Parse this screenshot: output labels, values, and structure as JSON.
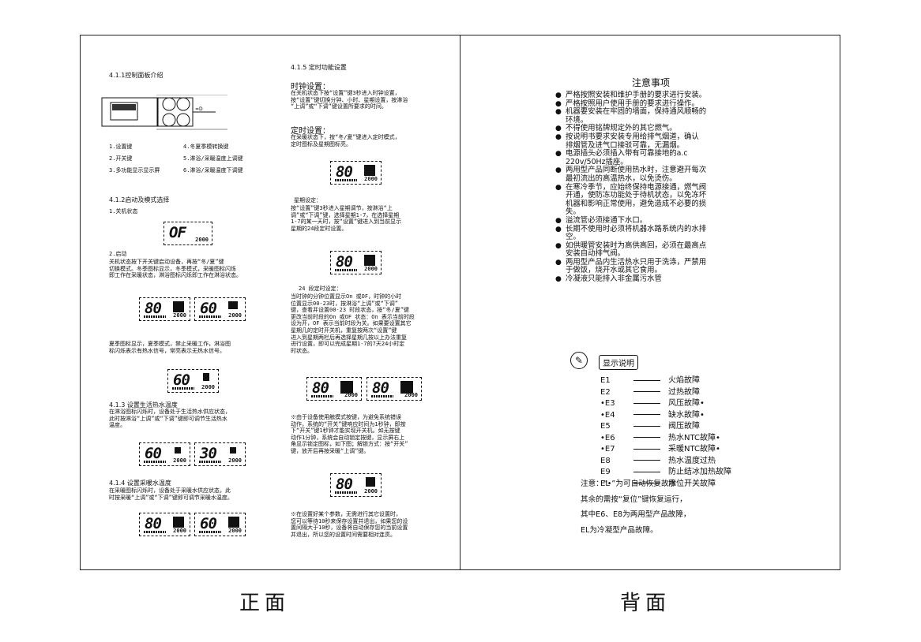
{
  "front": {
    "s411": "4.1.1控制面板介绍",
    "legend": [
      "1.设置键",
      "4.冬夏季模转换键",
      "2.开关键",
      "5.淋浴/采暖温度上调键",
      "3.多功能显示显示屏",
      "6.淋浴/采暖温度下调键"
    ],
    "s412": "4.1.2启动及模式选择",
    "off_state": "1.关机状态",
    "lcd_off": "OF",
    "lcd_year": "2000",
    "start": "2.启动",
    "start_text": "关机状态按下开关键启动设备，再按“冬/夏”键\n切换模式。冬季图标显示，冬季模式，采暖图标闪烁\n即工作在采暖状态，淋浴图标闪烁即工作在淋浴状态。",
    "lcd_80": "80",
    "lcd_60": "60",
    "lcd_30": "30",
    "summer_text": "夏季图标显示，夏季模式，禁止采暖工作，淋浴图\n标闪烁表示有热水信号，常亮表示无热水信号。",
    "s413": "4.1.3 设置生活热水温度",
    "s413_text": "在淋浴图标闪烁时，设备处于生活热水供应状态，\n此时按淋浴“上调”或“下调”键即可调节生活热水\n温度。",
    "s414": "4.1.4 设置采暖水温度",
    "s414_text": "在采暖图标闪烁时，设备处于采暖水供应状态，此\n时按采暖“上调”或“下调”键即可调节采暖水温度。",
    "s415": "4.1.5 定时功能设置",
    "clock": "时钟设置：",
    "clock_text": "在关机状态下按“设置”键3秒进入时钟设置，\n按“设置”键切换分钟、小时、星期设置，按淋浴\n“上调”或“下调”键设置所要求的时间。",
    "timer": "定时设置：",
    "timer_text": "在采暖状态下，按“冬/夏”键进入定时模式，\n定时图标及星期图标亮。",
    "week": "星期设定：",
    "week_text": "按“设置”键3秒进入星期调节，按淋浴“上\n调”或“下调”键，选择星期1-7，在选择星期\n1-7的某一天时，按“设置”键进入到当前显示\n星期的24段定时设置。",
    "seg24": "24 段定时设定：",
    "seg24_text": "当时钟的分钟位置显示On 或OF，时钟的小时\n位置显示00-23时，按淋浴“上调”或“下调”\n键，查看并设置00-23 时段状态，按“冬/夏”键\n更改当前时段的On 或OF 状态：On 表示当前时段\n设为开，OF 表示当前时段为关。如果要设置其它\n星期几的定时开关机，重复按两次“设置”键\n进入到星期两栏后再选择星期几按以上办法重复\n进行设置，即可以完成星期1-7的7天24小时定\n时状态。",
    "lock_text": "※由于设备使用触摸式按键，为避免系统错误\n动作，系统的“开关”键响应时间为1秒钟，即按\n下“开关”键1秒钟才能实现开关机。如无按键\n动作1分钟，系统会自动锁定按键，显示屏右上\n角显示锁定图标，如下图；解锁方式：按“开关”\n键，放开后再按采暖“上调”键。",
    "timeout_text": "※在设置好某个参数，无需进行其它设置时，\n您可以等待10秒来保存设置并退出，如果您的设\n置间隔大于10秒，设备将自动保存您的当前设置\n并退出，所以您的设置时间需要相对连贯。"
  },
  "back": {
    "title": "注意事项",
    "bullets": [
      "严格按照安装和维护手册的要求进行安装。",
      "严格按照用户使用手册的要求进行操作。",
      "机器要安装在牢固的墙面，保持通风顺畅的\n环境。",
      "不得使用铭牌规定外的其它燃气。",
      "按说明书要求安装专用给排气烟道，确认\n排烟管及进气口接驳可靠，无漏烟。",
      "电源插头必须插入带有可靠接地的a.c\n220v/50Hz插座。",
      "两用型产品同断使用热水时，注意避开每次\n最初流出的高温热水，以免烫伤。",
      "在寒冷季节，应始终保持电源接通，燃气阀\n开通，使防冻功能处于待机状态，以免冻坏\n机器和影响正常使用，避免造成不必要的损\n失。",
      "溢流管必须接通下水口。",
      "长期不使用时必须将机器水路系统内的水排\n空。",
      "如供暖管安装时为高供高回，必须在最高点\n安装自动排气阀。",
      "两用型产品内生活热水只用于洗涤，严禁用\n于做饭，烧开水或其它食用。",
      "冷凝液只能排入非金属污水管"
    ],
    "display_label": "显示说明",
    "faults": [
      {
        "code": "E1",
        "text": "火焰故障"
      },
      {
        "code": "E2",
        "text": "过热故障"
      },
      {
        "code": "•E3",
        "text": "风压故障•"
      },
      {
        "code": "•E4",
        "text": "缺水故障•"
      },
      {
        "code": "E5",
        "text": "阀压故障"
      },
      {
        "code": "•E6",
        "text": "热水NTC故障•"
      },
      {
        "code": "•E7",
        "text": "采暖NTC故障•"
      },
      {
        "code": "E8",
        "text": "热水温度过热"
      },
      {
        "code": "E9",
        "text": "防止结冰加热故障"
      },
      {
        "code": "EL",
        "text": "水位开关故障"
      }
    ],
    "notes": [
      "注意：“•”为可自动恢复故障",
      "其余的需按“复位”键恢复运行，",
      "其中E6、E8为两用型产品故障，",
      "EL为冷凝型产品故障。"
    ]
  },
  "captions": {
    "front": "正面",
    "back": "背面"
  }
}
